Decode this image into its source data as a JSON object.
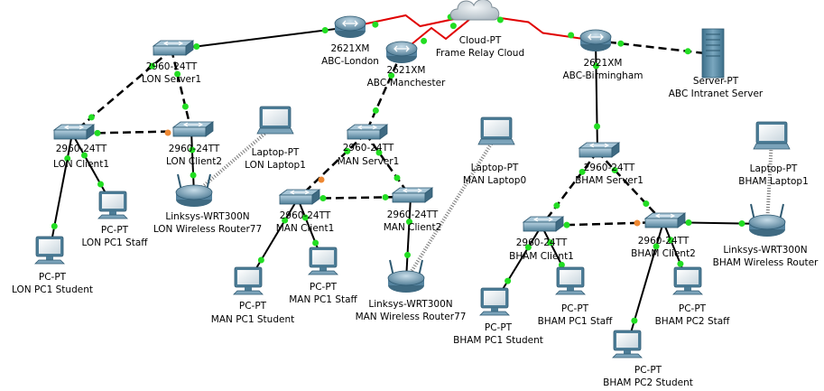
{
  "colors": {
    "link_up": "#22dd22",
    "link_blocking": "#ee8833",
    "serial": "#e00000",
    "router": "#5f8fa8",
    "switch": "#5f8fa8"
  },
  "devices": {
    "abc_london": {
      "model": "2621XM",
      "name": "ABC-London",
      "icon": "router-icon"
    },
    "abc_manchester": {
      "model": "2621XM",
      "name": "ABC-Manchester",
      "icon": "router-icon"
    },
    "abc_birmingham": {
      "model": "2621XM",
      "name": "ABC-Birmingham",
      "icon": "router-icon"
    },
    "cloud": {
      "model": "Cloud-PT",
      "name": "Frame Relay Cloud",
      "icon": "cloud-icon"
    },
    "server": {
      "model": "Server-PT",
      "name": "ABC Intranet Server",
      "icon": "server-icon"
    },
    "lon_server1": {
      "model": "2960-24TT",
      "name": "LON Server1",
      "icon": "switch-icon"
    },
    "lon_client1": {
      "model": "2960-24TT",
      "name": "LON Client1",
      "icon": "switch-icon"
    },
    "lon_client2": {
      "model": "2960-24TT",
      "name": "LON Client2",
      "icon": "switch-icon"
    },
    "lon_laptop1": {
      "model": "Laptop-PT",
      "name": "LON Laptop1",
      "icon": "laptop-icon"
    },
    "lon_router": {
      "model": "Linksys-WRT300N",
      "name": "LON Wireless Router77",
      "icon": "wireless-router-icon"
    },
    "lon_pc1_student": {
      "model": "PC-PT",
      "name": "LON  PC1 Student",
      "icon": "pc-icon"
    },
    "lon_pc1_staff": {
      "model": "PC-PT",
      "name": "LON PC1 Staff",
      "icon": "pc-icon"
    },
    "man_server1": {
      "model": "2960-24TT",
      "name": "MAN Server1",
      "icon": "switch-icon"
    },
    "man_client1": {
      "model": "2960-24TT",
      "name": "MAN Client1",
      "icon": "switch-icon"
    },
    "man_client2": {
      "model": "2960-24TT",
      "name": "MAN Client2",
      "icon": "switch-icon"
    },
    "man_laptop0": {
      "model": "Laptop-PT",
      "name": "MAN Laptop0",
      "icon": "laptop-icon"
    },
    "man_router": {
      "model": "Linksys-WRT300N",
      "name": "MAN Wireless Router77",
      "icon": "wireless-router-icon"
    },
    "man_pc1_student": {
      "model": "PC-PT",
      "name": "MAN PC1 Student",
      "icon": "pc-icon"
    },
    "man_pc1_staff": {
      "model": "PC-PT",
      "name": "MAN PC1 Staff",
      "icon": "pc-icon"
    },
    "bham_server1": {
      "model": "2960-24TT",
      "name": "BHAM Server1",
      "icon": "switch-icon"
    },
    "bham_client1": {
      "model": "2960-24TT",
      "name": "BHAM Client1",
      "icon": "switch-icon"
    },
    "bham_client2": {
      "model": "2960-24TT",
      "name": "BHAM Client2",
      "icon": "switch-icon"
    },
    "bham_laptop1": {
      "model": "Laptop-PT",
      "name": "BHAM Laptop1",
      "icon": "laptop-icon"
    },
    "bham_router": {
      "model": "Linksys-WRT300N",
      "name": "BHAM Wireless Router",
      "icon": "wireless-router-icon"
    },
    "bham_pc1_student": {
      "model": "PC-PT",
      "name": "BHAM PC1 Student",
      "icon": "pc-icon"
    },
    "bham_pc1_staff": {
      "model": "PC-PT",
      "name": "BHAM PC1 Staff",
      "icon": "pc-icon"
    },
    "bham_pc2_student": {
      "model": "PC-PT",
      "name": "BHAM PC2 Student",
      "icon": "pc-icon"
    },
    "bham_pc2_staff": {
      "model": "PC-PT",
      "name": "BHAM PC2 Staff",
      "icon": "pc-icon"
    }
  },
  "links": [
    {
      "from": "lon_server1",
      "to": "abc_london",
      "type": "straight"
    },
    {
      "from": "abc_london",
      "to": "cloud",
      "type": "serial"
    },
    {
      "from": "abc_manchester",
      "to": "cloud",
      "type": "serial"
    },
    {
      "from": "cloud",
      "to": "abc_birmingham",
      "type": "serial"
    },
    {
      "from": "abc_birmingham",
      "to": "server",
      "type": "crossover"
    },
    {
      "from": "abc_manchester",
      "to": "man_server1",
      "type": "crossover"
    },
    {
      "from": "abc_birmingham",
      "to": "bham_server1",
      "type": "straight"
    },
    {
      "from": "lon_server1",
      "to": "lon_client1",
      "type": "crossover"
    },
    {
      "from": "lon_server1",
      "to": "lon_client2",
      "type": "crossover"
    },
    {
      "from": "lon_client1",
      "to": "lon_client2",
      "type": "crossover"
    },
    {
      "from": "lon_client1",
      "to": "lon_pc1_student",
      "type": "straight"
    },
    {
      "from": "lon_client1",
      "to": "lon_pc1_staff",
      "type": "straight"
    },
    {
      "from": "lon_client2",
      "to": "lon_router",
      "type": "straight"
    },
    {
      "from": "lon_router",
      "to": "lon_laptop1",
      "type": "wireless"
    },
    {
      "from": "man_server1",
      "to": "man_client1",
      "type": "crossover"
    },
    {
      "from": "man_server1",
      "to": "man_client2",
      "type": "crossover"
    },
    {
      "from": "man_client1",
      "to": "man_client2",
      "type": "crossover"
    },
    {
      "from": "man_client1",
      "to": "man_pc1_student",
      "type": "straight"
    },
    {
      "from": "man_client1",
      "to": "man_pc1_staff",
      "type": "straight"
    },
    {
      "from": "man_client2",
      "to": "man_router",
      "type": "straight"
    },
    {
      "from": "man_router",
      "to": "man_laptop0",
      "type": "wireless"
    },
    {
      "from": "bham_server1",
      "to": "bham_client1",
      "type": "crossover"
    },
    {
      "from": "bham_server1",
      "to": "bham_client2",
      "type": "crossover"
    },
    {
      "from": "bham_client1",
      "to": "bham_client2",
      "type": "crossover"
    },
    {
      "from": "bham_client1",
      "to": "bham_pc1_student",
      "type": "straight"
    },
    {
      "from": "bham_client1",
      "to": "bham_pc1_staff",
      "type": "straight"
    },
    {
      "from": "bham_client2",
      "to": "bham_pc2_student",
      "type": "straight"
    },
    {
      "from": "bham_client2",
      "to": "bham_pc2_staff",
      "type": "straight"
    },
    {
      "from": "bham_client2",
      "to": "bham_router",
      "type": "straight"
    },
    {
      "from": "bham_router",
      "to": "bham_laptop1",
      "type": "wireless"
    }
  ]
}
